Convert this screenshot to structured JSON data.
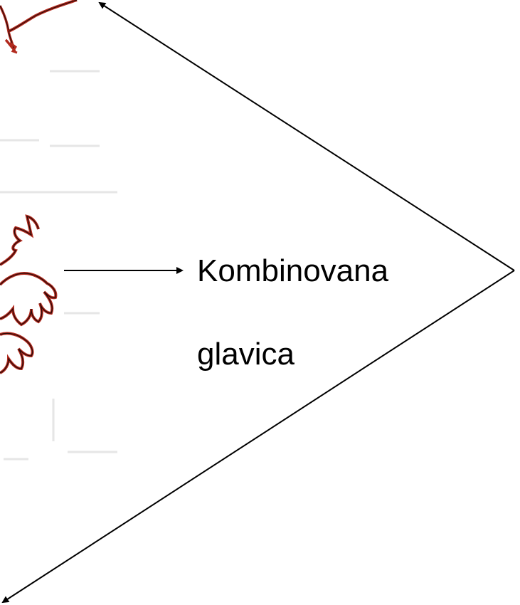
{
  "label": {
    "line1": "Kombinovana",
    "line2": "glavica"
  },
  "colors": {
    "outline": "#c0392b",
    "outline_dark": "#2a0a08",
    "arrow": "#000000",
    "text": "#000000"
  },
  "icons": {
    "top_flower": "flower-head-fragment",
    "middle_flower": "flower-head-fragment"
  }
}
